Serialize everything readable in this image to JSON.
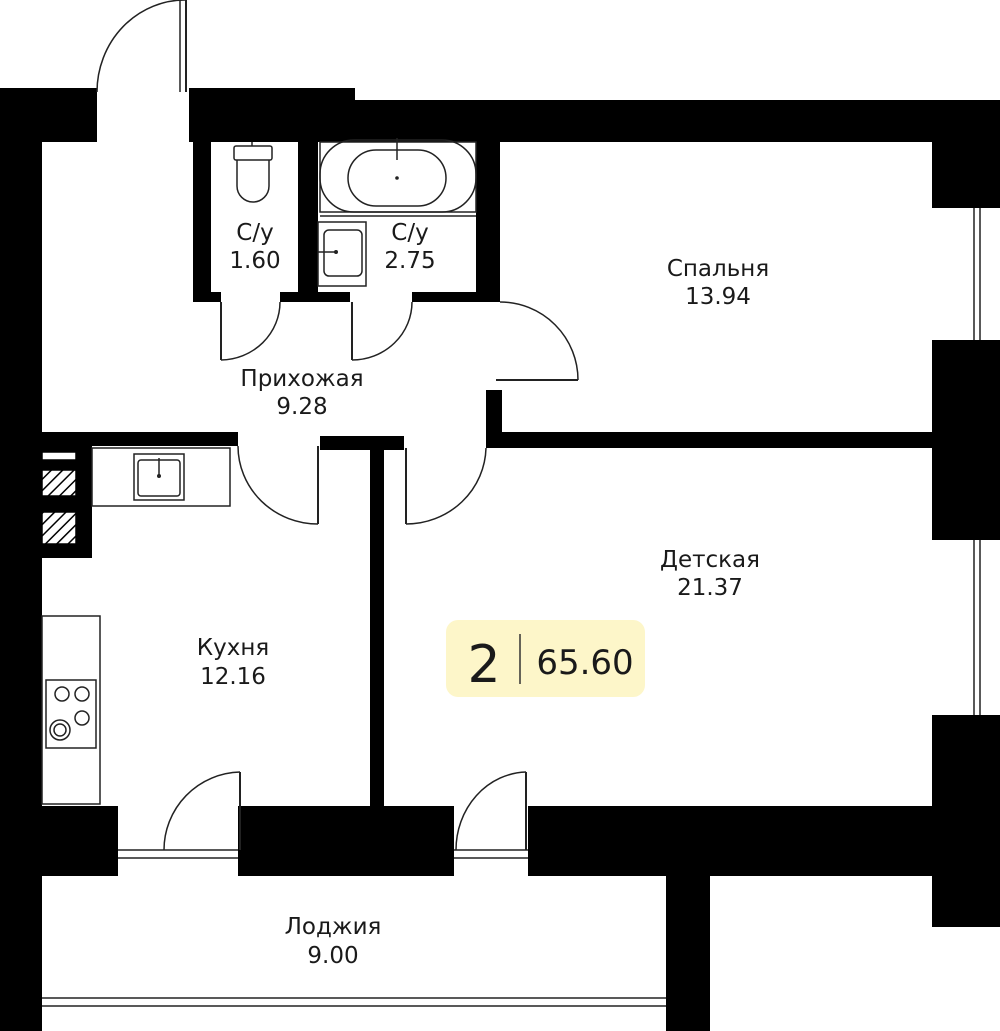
{
  "rooms": [
    {
      "id": "bathroom1",
      "name": "С/у",
      "area": "1.60"
    },
    {
      "id": "bathroom2",
      "name": "С/у",
      "area": "2.75"
    },
    {
      "id": "bedroom",
      "name": "Спальня",
      "area": "13.94"
    },
    {
      "id": "hallway",
      "name": "Прихожая",
      "area": "9.28"
    },
    {
      "id": "kids",
      "name": "Детская",
      "area": "21.37"
    },
    {
      "id": "kitchen",
      "name": "Кухня",
      "area": "12.16"
    },
    {
      "id": "loggia",
      "name": "Лоджия",
      "area": "9.00"
    }
  ],
  "badge": {
    "rooms_count": "2",
    "total_area": "65.60",
    "color": "#fdf6c9"
  },
  "colors": {
    "wall": "#000000",
    "line": "#222222",
    "background": "#ffffff"
  }
}
